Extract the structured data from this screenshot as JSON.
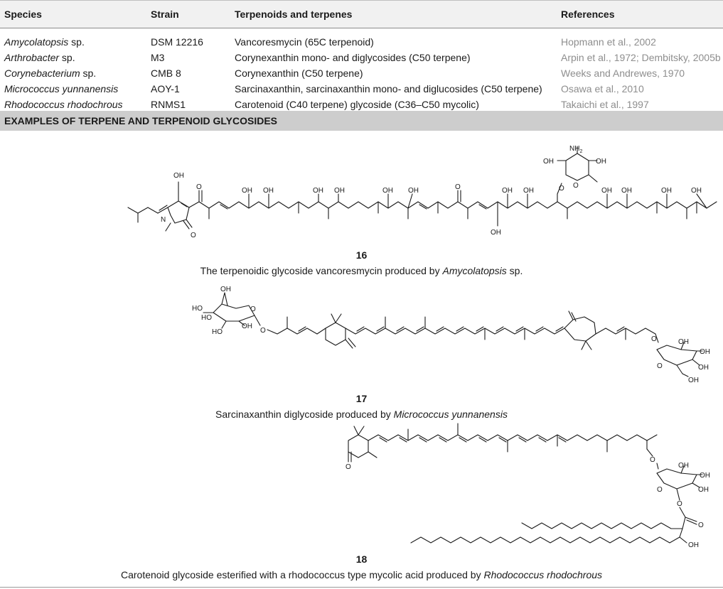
{
  "table": {
    "headers": [
      "Species",
      "Strain",
      "Terpenoids and terpenes",
      "References"
    ],
    "rows": [
      {
        "species": "Amycolatopsis",
        "suffix": " sp.",
        "strain": "DSM 12216",
        "compound": "Vancoresmycin (65C terpenoid)",
        "ref": "Hopmann et al., 2002"
      },
      {
        "species": "Arthrobacter",
        "suffix": " sp.",
        "strain": "M3",
        "compound": "Corynexanthin mono- and diglycosides (C50 terpene)",
        "ref": "Arpin et al., 1972; Dembitsky, 2005b"
      },
      {
        "species": "Corynebacterium",
        "suffix": " sp.",
        "strain": "CMB 8",
        "compound": "Corynexanthin (C50 terpene)",
        "ref": "Weeks and Andrewes, 1970"
      },
      {
        "species": "Micrococcus yunnanensis",
        "suffix": "",
        "strain": "AOY-1",
        "compound": "Sarcinaxanthin, sarcinaxanthin mono- and diglucosides (C50 terpene)",
        "ref": "Osawa et al., 2010"
      },
      {
        "species": "Rhodococcus rhodochrous",
        "suffix": "",
        "strain": "RNMS1",
        "compound": "Carotenoid (C40 terpene) glycoside (C36–C50 mycolic)",
        "ref": "Takaichi et al., 1997"
      }
    ],
    "section_title": "EXAMPLES OF TERPENE AND TERPENOID GLYCOSIDES"
  },
  "figures": {
    "f16": {
      "number": "16",
      "caption_pre": "The terpenoidic glycoside vancoresmycin produced by ",
      "caption_it": "Amycolatopsis",
      "caption_post": " sp."
    },
    "f17": {
      "number": "17",
      "caption_pre": "Sarcinaxanthin diglycoside produced by ",
      "caption_it": "Micrococcus yunnanensis",
      "caption_post": ""
    },
    "f18": {
      "number": "18",
      "caption_pre": "Carotenoid glycoside esterified with a rhodococcus type mycolic acid produced by ",
      "caption_it": "Rhodococcus rhodochrous",
      "caption_post": ""
    }
  },
  "atoms": {
    "oh": "OH",
    "o": "O",
    "n": "N",
    "nh2": "NH",
    "nh2_sub": "2"
  },
  "colors": {
    "header_bg": "#f1f1f1",
    "section_bg": "#cdcdcd",
    "ref_text": "#8e8e8e"
  }
}
